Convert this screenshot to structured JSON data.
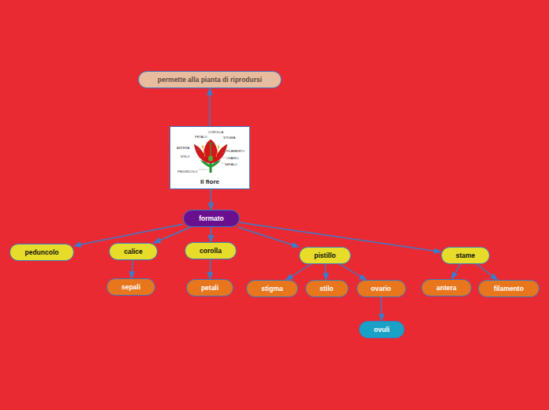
{
  "diagram": {
    "nodes": [
      {
        "text": [
          "permette alla pianta di riprodursi"
        ]
      },
      {
        "text": [
          "Il fiore"
        ]
      },
      {
        "text": [
          "formato"
        ]
      },
      {
        "text": [
          "peduncolo"
        ]
      },
      {
        "text": [
          "calice"
        ]
      },
      {
        "text": [
          "corolla"
        ]
      },
      {
        "text": [
          "pistillo"
        ]
      },
      {
        "text": [
          "stame"
        ]
      },
      {
        "text": [
          "sepali"
        ]
      },
      {
        "text": [
          "petali"
        ]
      },
      {
        "text": [
          "stigma"
        ]
      },
      {
        "text": [
          "stilo"
        ]
      },
      {
        "text": [
          "ovario"
        ]
      },
      {
        "text": [
          "ovuli"
        ]
      },
      {
        "text": [
          "antera"
        ]
      },
      {
        "text": [
          "filamento"
        ]
      }
    ],
    "edges": [
      {
        "from": 1,
        "to": 0,
        "arrow": "to"
      },
      {
        "from": 1,
        "to": 2,
        "arrow": "to"
      },
      {
        "from": 2,
        "to": 3,
        "arrow": "to"
      },
      {
        "from": 2,
        "to": 4,
        "arrow": "to"
      },
      {
        "from": 2,
        "to": 5,
        "arrow": "to"
      },
      {
        "from": 2,
        "to": 6,
        "arrow": "to"
      },
      {
        "from": 2,
        "to": 7,
        "arrow": "to"
      },
      {
        "from": 4,
        "to": 8,
        "arrow": "to"
      },
      {
        "from": 5,
        "to": 9,
        "arrow": "to"
      },
      {
        "from": 6,
        "to": 10,
        "arrow": "to"
      },
      {
        "from": 6,
        "to": 11,
        "arrow": "to"
      },
      {
        "from": 6,
        "to": 12,
        "arrow": "to"
      },
      {
        "from": 12,
        "to": 13,
        "arrow": "to"
      },
      {
        "from": 7,
        "to": 14,
        "arrow": "to"
      },
      {
        "from": 7,
        "to": 15,
        "arrow": "to"
      }
    ],
    "labels": [
      "COROLLA",
      "PETALO",
      "STIGMA",
      "ANTERA",
      "FILAMENTO",
      "STILO",
      "OVARIO",
      "SEPALO",
      "PEDUNCOLO"
    ]
  }
}
